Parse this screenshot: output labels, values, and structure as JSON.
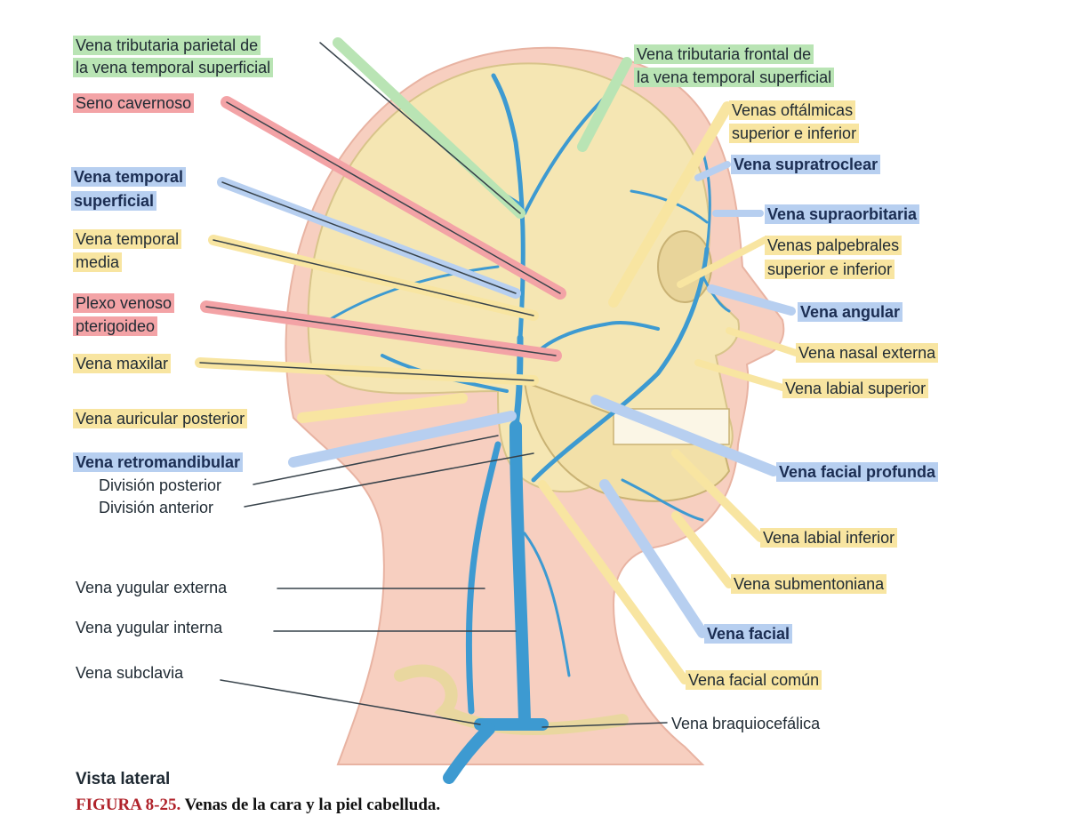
{
  "labels": {
    "parietal_tributary": [
      "Vena tributaria parietal de",
      "la vena temporal superficial"
    ],
    "frontal_tributary": [
      "Vena tributaria frontal de",
      "la vena temporal superficial"
    ],
    "cavernous_sinus": "Seno cavernoso",
    "ophthalmic_veins": [
      "Venas oftálmicas",
      "superior e inferior"
    ],
    "superficial_temporal": [
      "Vena temporal",
      "superficial"
    ],
    "supratrochlear": "Vena supratroclear",
    "supraorbital": "Vena supraorbitaria",
    "middle_temporal": [
      "Vena temporal",
      "media"
    ],
    "palpebral_veins": [
      "Venas palpebrales",
      "superior e inferior"
    ],
    "pterygoid_plexus": [
      "Plexo venoso",
      "pterigoideo"
    ],
    "angular": "Vena angular",
    "maxillary": "Vena maxilar",
    "external_nasal": "Vena nasal externa",
    "superior_labial": "Vena labial superior",
    "posterior_auricular": "Vena auricular posterior",
    "retromandibular": "Vena retromandibular",
    "posterior_division": "División posterior",
    "anterior_division": "División anterior",
    "deep_facial": "Vena facial profunda",
    "inferior_labial": "Vena labial inferior",
    "submental": "Vena submentoniana",
    "external_jugular": "Vena yugular externa",
    "internal_jugular": "Vena yugular interna",
    "facial": "Vena facial",
    "subclavian": "Vena subclavia",
    "common_facial": "Vena facial común",
    "brachiocephalic": "Vena braquiocefálica"
  },
  "view_label": "Vista lateral",
  "caption": {
    "number": "FIGURA 8-25.",
    "text": "Venas de la cara y la piel cabelluda."
  },
  "colors": {
    "vein": "#3d9ad1",
    "skin": "#f7cfc0",
    "bone": "#f5e6b3",
    "highlight_green": "#b9e4b4",
    "highlight_red": "#f3a3a6",
    "highlight_blue": "#b7cff0",
    "highlight_yellow": "#f8e5a1"
  }
}
